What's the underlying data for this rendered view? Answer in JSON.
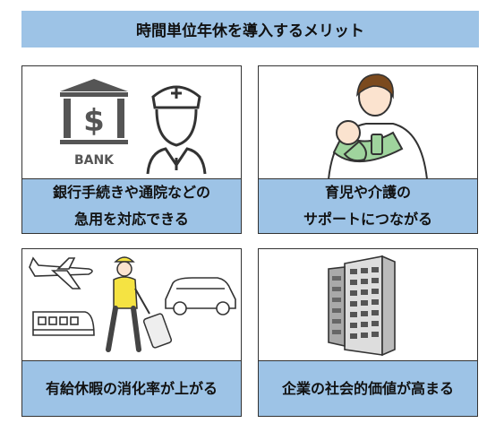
{
  "title": "時間単位年休を導入するメリット",
  "cards": [
    {
      "lines": [
        "銀行手続きや通院などの",
        "急用を対応できる"
      ],
      "bank_text": "BANK",
      "icons": [
        "bank-icon",
        "nurse-icon"
      ]
    },
    {
      "lines": [
        "育児や介護の",
        "サポートにつながる"
      ],
      "icons": [
        "father-baby-illustration"
      ]
    },
    {
      "lines": [
        "有給休暇の消化率が上がる"
      ],
      "icons": [
        "airplane-icon",
        "train-icon",
        "traveler-illustration",
        "car-icon"
      ]
    },
    {
      "lines": [
        "企業の社会的価値が高まる"
      ],
      "icons": [
        "office-building-illustration"
      ]
    }
  ],
  "colors": {
    "accent": "#9dc3e6",
    "border": "#333333",
    "yellow": "#f5e342"
  }
}
